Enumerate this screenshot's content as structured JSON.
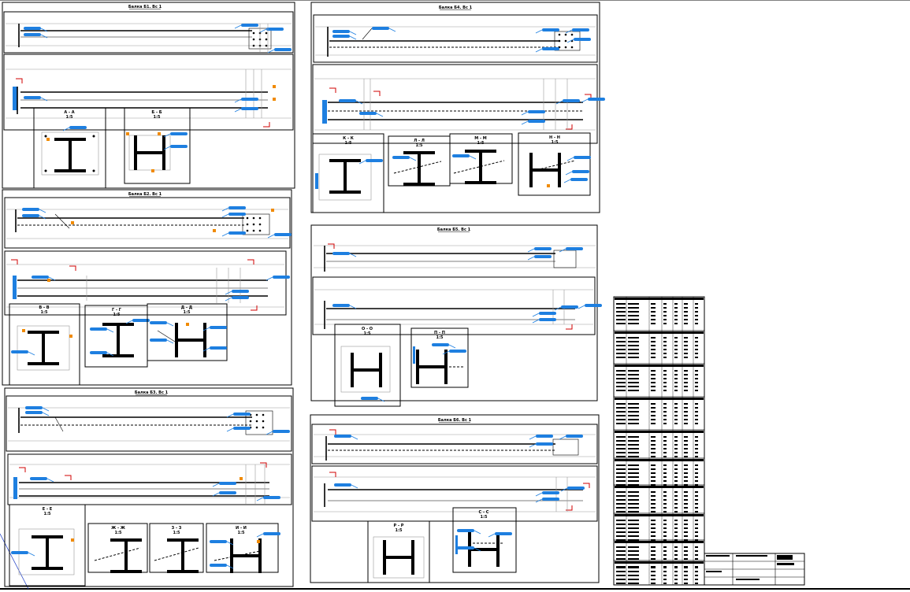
{
  "drawing": {
    "sheets": [
      {
        "title": "Балка Б1. Вс 1",
        "sections": [
          "А - А",
          "Б - Б"
        ]
      },
      {
        "title": "Балка Б2. Вс 1",
        "sections": [
          "В - В",
          "Г - Г",
          "Д - Д"
        ]
      },
      {
        "title": "Балка Б3. Вс 1",
        "sections": [
          "Е - Е",
          "Ж - Ж",
          "З - З",
          "И - И"
        ]
      },
      {
        "title": "Балка Б4. Вс 1",
        "sections": [
          "К - К",
          "Л - Л",
          "М - М",
          "Н - Н"
        ]
      },
      {
        "title": "Балка Б5. Вс 1",
        "sections": [
          "О - О",
          "П - П"
        ]
      },
      {
        "title": "Балка Б6. Вс 1",
        "sections": [
          "Р - Р",
          "С - С"
        ]
      }
    ],
    "scale_label": "1:5"
  },
  "colors": {
    "tag": "#1e7fe0",
    "weld_marker": "#f08a00",
    "section_arrow": "#d00000",
    "line": "#000000",
    "grid": "#9a9a9a"
  }
}
